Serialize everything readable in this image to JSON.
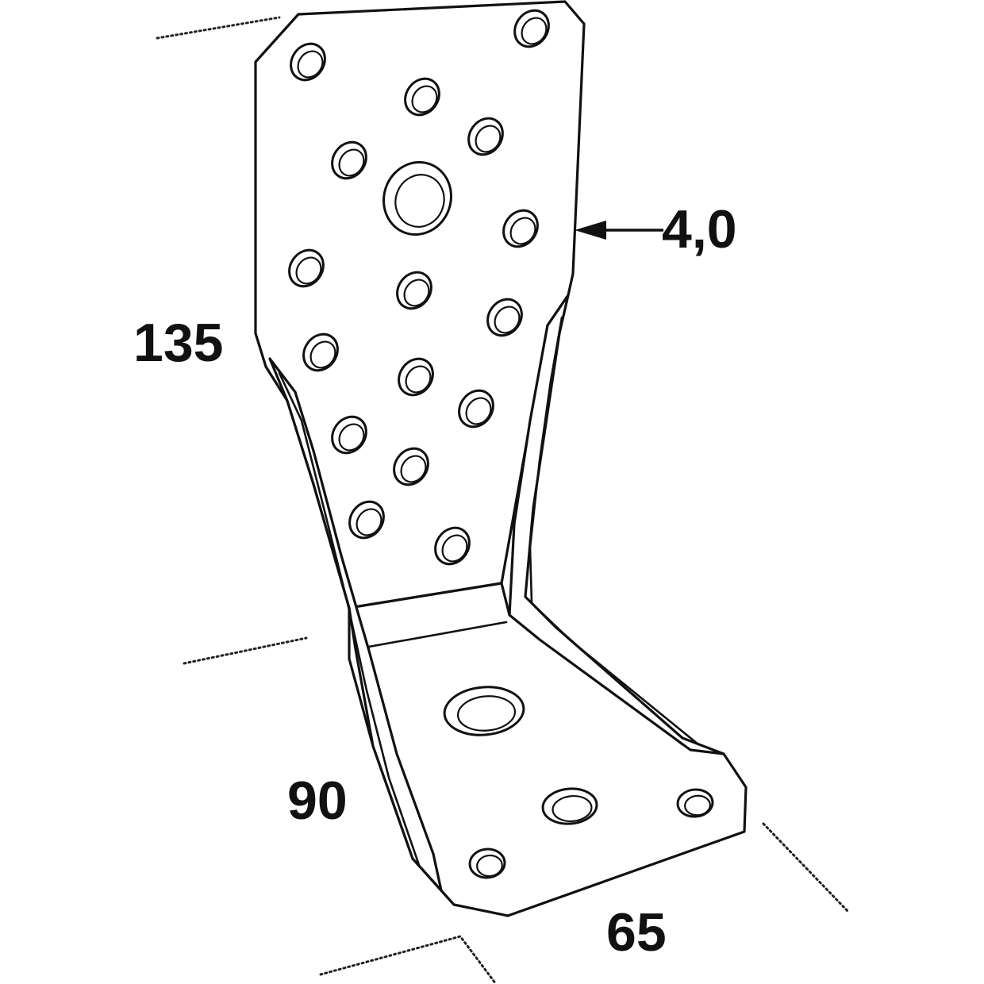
{
  "diagram": {
    "dimensions": {
      "height": "135",
      "base_depth": "90",
      "width": "65",
      "thickness": "4,0"
    }
  }
}
